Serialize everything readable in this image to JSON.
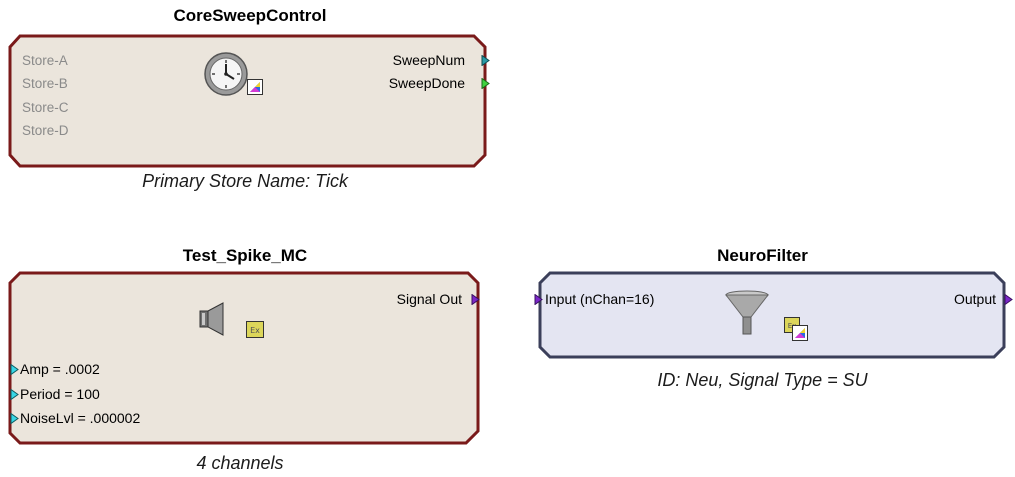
{
  "blocks": {
    "core_sweep": {
      "title": "CoreSweepControl",
      "inputs": [
        "Store-A",
        "Store-B",
        "Store-C",
        "Store-D"
      ],
      "outputs": [
        "SweepNum",
        "SweepDone"
      ],
      "caption": "Primary Store Name:  Tick",
      "icon": "clock-icon"
    },
    "test_spike": {
      "title": "Test_Spike_MC",
      "output": "Signal Out",
      "params": [
        "Amp  =  .0002",
        "Period  =  100",
        "NoiseLvl  =  .000002"
      ],
      "caption": "4 channels",
      "icon": "speaker-icon"
    },
    "neurofilter": {
      "title": "NeuroFilter",
      "input": "Input  (nChan=16)",
      "output": "Output",
      "caption": "ID: Neu,   Signal Type = SU",
      "icon": "funnel-icon"
    }
  },
  "colors": {
    "red_border": "#7a1a1a",
    "blue_border": "#3b3f5a",
    "beige_fill": "#ebe5dc",
    "lavender_fill": "#e4e5f2",
    "port_teal": "#2a9aa6",
    "port_green": "#3fd23f",
    "port_purple": "#7a26c8",
    "port_cyan": "#37d7e6"
  }
}
